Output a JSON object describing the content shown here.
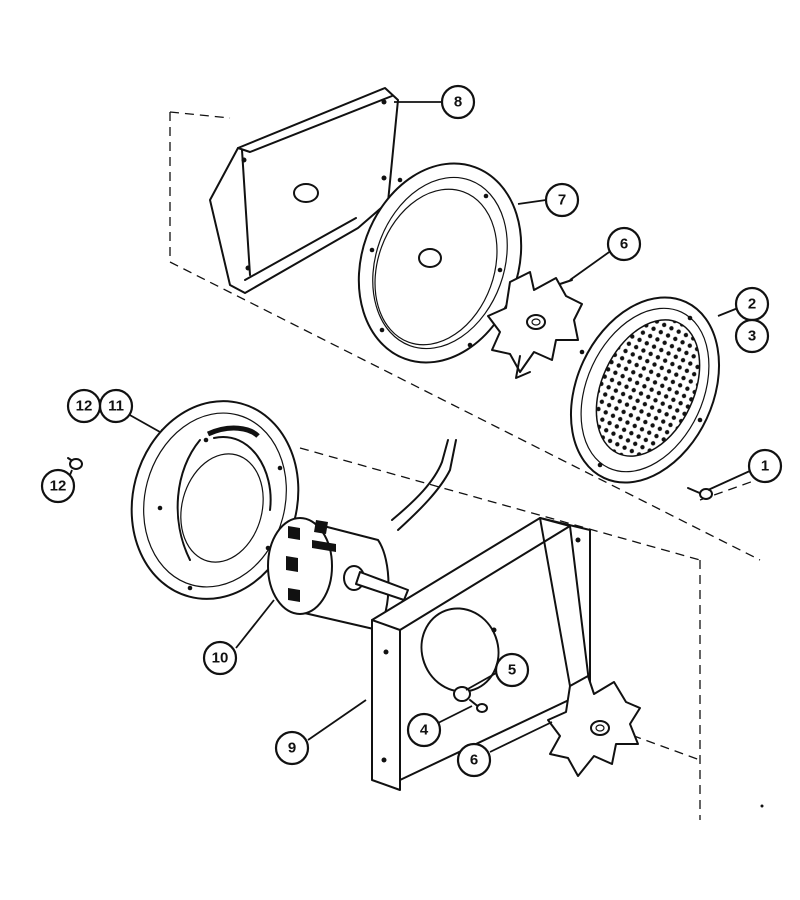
{
  "callouts": [
    {
      "id": "c1",
      "label": "1"
    },
    {
      "id": "c2",
      "label": "2"
    },
    {
      "id": "c3",
      "label": "3"
    },
    {
      "id": "c4",
      "label": "4"
    },
    {
      "id": "c5",
      "label": "5"
    },
    {
      "id": "c6a",
      "label": "6"
    },
    {
      "id": "c6b",
      "label": "6"
    },
    {
      "id": "c7",
      "label": "7"
    },
    {
      "id": "c8",
      "label": "8"
    },
    {
      "id": "c9",
      "label": "9"
    },
    {
      "id": "c10",
      "label": "10"
    },
    {
      "id": "c11",
      "label": "11"
    },
    {
      "id": "c12a",
      "label": "12"
    },
    {
      "id": "c12b",
      "label": "12"
    }
  ]
}
